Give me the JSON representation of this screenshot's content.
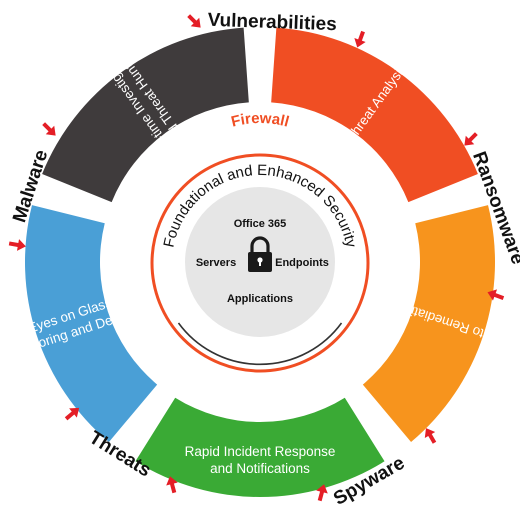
{
  "threats": [
    {
      "label": "Vulnerabilities"
    },
    {
      "label": "Ransomware"
    },
    {
      "label": "Spyware"
    },
    {
      "label": "Threats"
    },
    {
      "label": "Malware"
    }
  ],
  "segments": [
    {
      "id": "threat-analysis",
      "lines": [
        "Threat Analysis"
      ],
      "color": "#f04e23"
    },
    {
      "id": "auto-remediation",
      "lines": [
        "Auto Remediation"
      ],
      "color": "#f7941d"
    },
    {
      "id": "rapid-response",
      "lines": [
        "Rapid Incident Response",
        "and Notifications"
      ],
      "color": "#3aaa35"
    },
    {
      "id": "eyes-on-glass",
      "lines": [
        "“Eyes on Glass”",
        "Monitoring and Detction"
      ],
      "color": "#4a9fd6"
    },
    {
      "id": "threat-hunting",
      "lines": [
        "Real-time Investigation",
        "and Threat Hunting"
      ],
      "color": "#3f3b3c"
    }
  ],
  "firewall": {
    "label": "Firewall",
    "color": "#f04e23"
  },
  "foundation": {
    "label": "Foundational and Enhanced Security"
  },
  "core": {
    "top": "Office 365",
    "left": "Servers",
    "right": "Endpoints",
    "bottom": "Applications",
    "icon": "padlock-icon",
    "fill": "#e6e6e6"
  },
  "arrow_color": "#e41e26"
}
